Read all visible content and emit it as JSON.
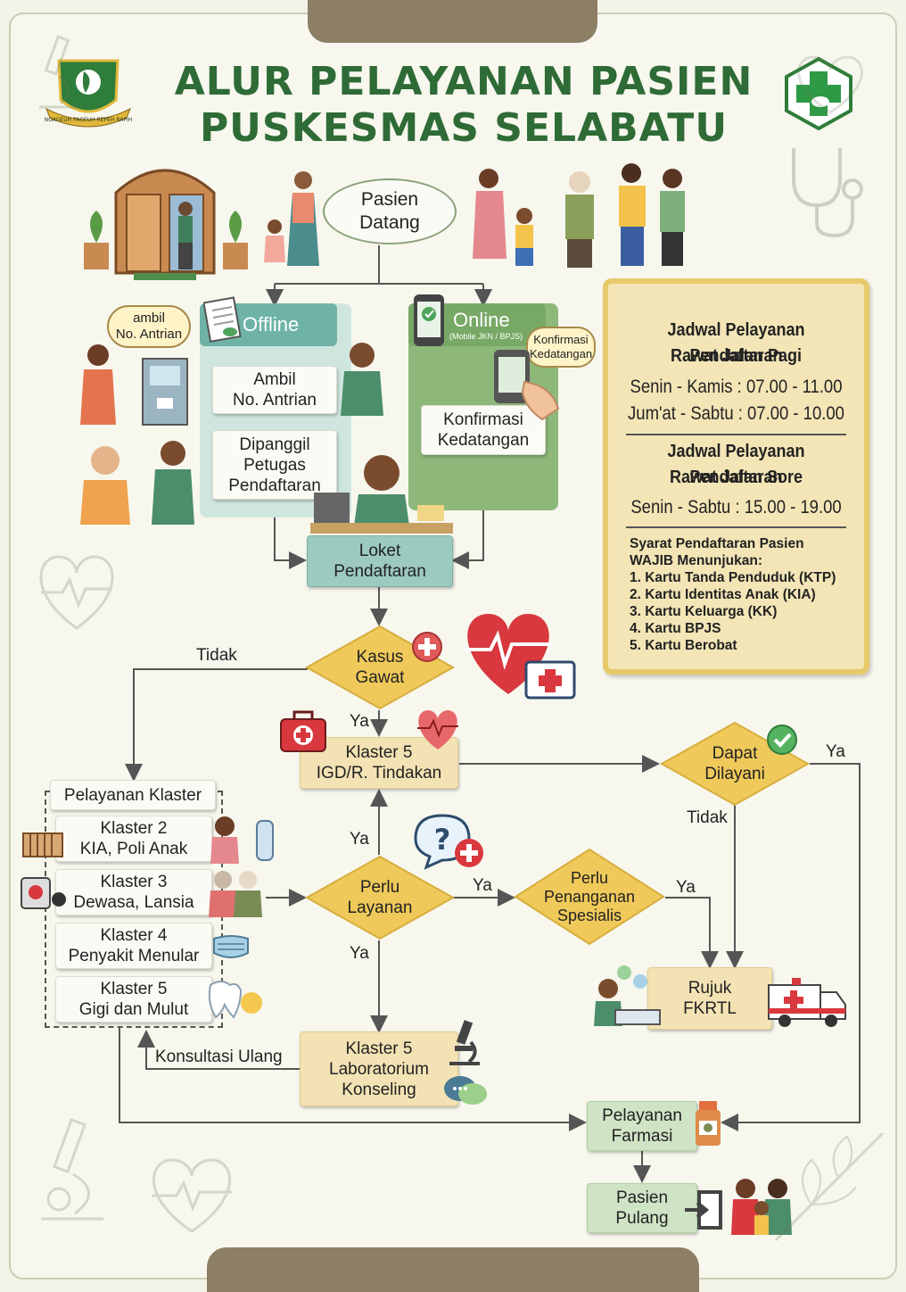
{
  "header": {
    "title_line1": "ALUR PELAYANAN PASIEN",
    "title_line2": "PUSKESMAS SELABATU",
    "logo_text": "NGAGEUH PAGEUH REPEH RAPIH"
  },
  "colors": {
    "title_green": "#2e6b36",
    "offline_teal": "#6fb3a6",
    "online_green": "#8db87a",
    "panel_gold": "#e8c96a",
    "tab_brown": "#8d7e66",
    "diamond_gold": "#efc95a"
  },
  "flow": {
    "start": "Pasien\nDatang",
    "offline": {
      "label": "Offline",
      "step1": "Ambil\nNo. Antrian",
      "step2": "Dipanggil\nPetugas\nPendaftaran",
      "bubble": "ambil\nNo. Antrian"
    },
    "online": {
      "label": "Online",
      "sublabel": "(Mobile JKN / BPJS)",
      "step1": "Konfirmasi\nKedatangan",
      "bubble": "Konfirmasi\nKedatangan"
    },
    "loket": "Loket\nPendaftaran",
    "kasus_gawat": "Kasus\nGawat",
    "tidak_left": "Tidak",
    "ya_igd": "Ya",
    "igd": "Klaster 5\nIGD/R. Tindakan",
    "dapat_dilayani": "Dapat\nDilayani",
    "ya_right": "Ya",
    "tidak_down": "Tidak",
    "cluster": {
      "title": "Pelayanan Klaster",
      "items": [
        "Klaster 2\nKIA, Poli Anak",
        "Klaster 3\nDewasa, Lansia",
        "Klaster 4\nPenyakit Menular",
        "Klaster 5\nGigi dan Mulut"
      ]
    },
    "perlu_layanan": "Perlu\nLayanan",
    "ya_up": "Ya",
    "ya_down": "Ya",
    "ya_spesialis": "Ya",
    "perlu_spesialis": "Perlu\nPenanganan\nSpesialis",
    "ya_rujuk": "Ya",
    "rujuk": "Rujuk\nFKRTL",
    "lab": "Klaster 5\nLaboratorium\nKonseling",
    "konsultasi_ulang": "Konsultasi Ulang",
    "farmasi": "Pelayanan\nFarmasi",
    "pulang": "Pasien\nPulang"
  },
  "schedule": {
    "pagi_title_1": "Jadwal Pelayanan Pendaftaran",
    "pagi_title_2": "Rawat Jalan Pagi",
    "pagi_1": "Senin - Kamis : 07.00 - 11.00",
    "pagi_2": "Jum'at - Sabtu : 07.00 - 10.00",
    "sore_title_1": "Jadwal Pelayanan Pendaftaran",
    "sore_title_2": "Rawat Jalan Sore",
    "sore_1": "Senin - Sabtu : 15.00 - 19.00",
    "req_title_1": "Syarat Pendaftaran Pasien",
    "req_title_2": "WAJIB Menunjukan:",
    "requirements": [
      "1. Kartu Tanda Penduduk (KTP)",
      "2. Kartu Identitas Anak (KIA)",
      "3. Kartu Keluarga (KK)",
      "4. Kartu BPJS",
      "5. Kartu Berobat"
    ]
  }
}
